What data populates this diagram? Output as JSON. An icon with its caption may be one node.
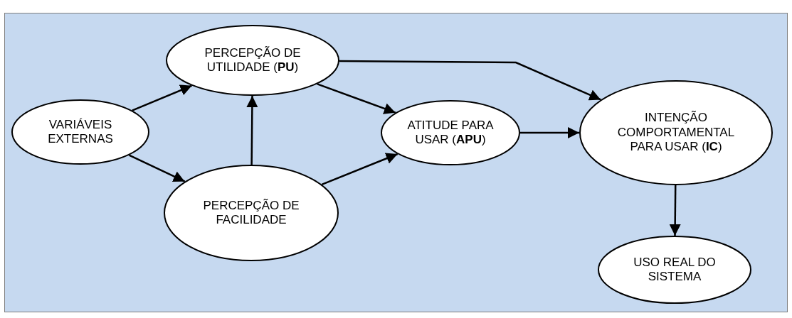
{
  "diagram": {
    "nodes": [
      {
        "text": [
          "VARIÁVEIS EXTERNAS"
        ]
      },
      {
        "text": [
          "PERCEPÇÃO DE UTILIDADE (**PU**)"
        ]
      },
      {
        "text": [
          "PERCEPÇÃO DE FACILIDADE"
        ]
      },
      {
        "text": [
          "ATITUDE PARA USAR (**APU**)"
        ]
      },
      {
        "text": [
          "INTENÇÃO COMPORTAMENTAL PARA USAR (**IC**)"
        ]
      },
      {
        "text": [
          "USO REAL DO SISTEMA"
        ]
      }
    ],
    "edges": [
      {
        "from": 0,
        "to": 1,
        "arrow": "to"
      },
      {
        "from": 0,
        "to": 2,
        "arrow": "to"
      },
      {
        "from": 2,
        "to": 1,
        "arrow": "to"
      },
      {
        "from": 1,
        "to": 3,
        "arrow": "to"
      },
      {
        "from": 2,
        "to": 3,
        "arrow": "to"
      },
      {
        "from": 1,
        "to": 4,
        "arrow": "to"
      },
      {
        "from": 3,
        "to": 4,
        "arrow": "to"
      },
      {
        "from": 4,
        "to": 5,
        "arrow": "to"
      }
    ]
  }
}
